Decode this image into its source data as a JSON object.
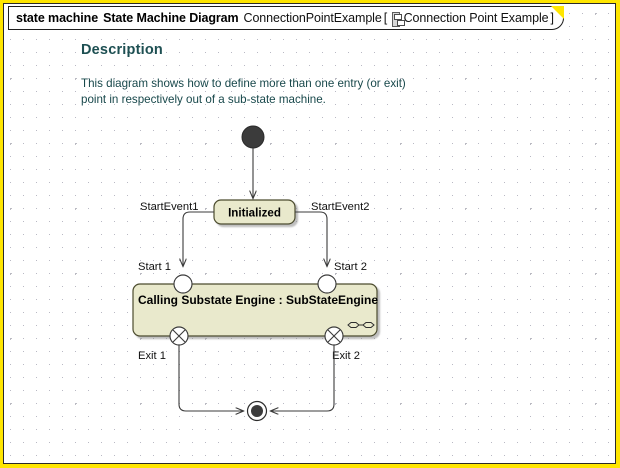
{
  "frame": {
    "border_color": "#ffe600",
    "background": "#ffffff"
  },
  "header": {
    "keyword": "state machine",
    "diagram_type": "State Machine Diagram",
    "name": "ConnectionPointExample",
    "bracket_open": "[",
    "bracket_close": "]",
    "icon": "state-machine-icon",
    "qualified_label": "Connection Point Example"
  },
  "description": {
    "heading": "Description",
    "body": "This diagram shows how to define more than one entry (or exit) point in respectively out of a sub-state machine.",
    "heading_color": "#1d4f52"
  },
  "diagram": {
    "type": "uml-state-machine",
    "initial_node": {
      "label": "",
      "name": "initial-pseudostate"
    },
    "states": [
      {
        "id": "initialized",
        "name": "Initialized",
        "kind": "simple-state",
        "fill": "#e9e9cc",
        "stroke": "#4c4c2e"
      },
      {
        "id": "calling-substate-engine",
        "name": "Calling Substate Engine : SubStateEngine",
        "kind": "submachine-state",
        "fill": "#e9e9cc",
        "stroke": "#4c4c2e",
        "submachine_icon": "submachine-icon"
      }
    ],
    "connection_points": [
      {
        "id": "start1",
        "label": "Start 1",
        "kind": "entry-point"
      },
      {
        "id": "start2",
        "label": "Start 2",
        "kind": "entry-point"
      },
      {
        "id": "exit1",
        "label": "Exit 1",
        "kind": "exit-point"
      },
      {
        "id": "exit2",
        "label": "Exit 2",
        "kind": "exit-point"
      }
    ],
    "transitions": [
      {
        "id": "t-init",
        "label": "",
        "from": "initial-pseudostate",
        "to": "initialized"
      },
      {
        "id": "t-start1",
        "label": "StartEvent1",
        "from": "initialized",
        "to": "start1"
      },
      {
        "id": "t-start2",
        "label": "StartEvent2",
        "from": "initialized",
        "to": "start2"
      },
      {
        "id": "t-exit1",
        "label": "",
        "from": "exit1",
        "to": "final-state"
      },
      {
        "id": "t-exit2",
        "label": "",
        "from": "exit2",
        "to": "final-state"
      }
    ],
    "final_node": {
      "label": "",
      "name": "final-state"
    }
  }
}
